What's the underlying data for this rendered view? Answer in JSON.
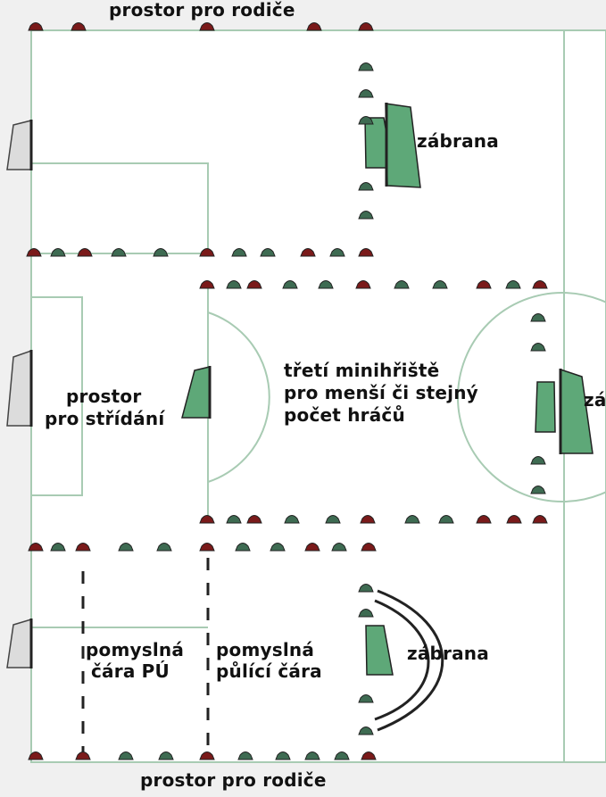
{
  "labels": {
    "top_parents": "prostor pro rodiče",
    "bottom_parents": "prostor pro rodiče",
    "substitution_line1": "prostor",
    "substitution_line2": "pro střídání",
    "third_line1": "třetí minihřiště",
    "third_line2": "pro menší či stejný",
    "third_line3": "počet hráčů",
    "barrier_top": "zábrana",
    "barrier_right_partial": "zá",
    "barrier_bottom": "zábrana",
    "imaginary_pu_line1": "pomyslná",
    "imaginary_pu_line2": "čára PÚ",
    "imaginary_half_line1": "pomyslná",
    "imaginary_half_line2": "půlící čára"
  },
  "colors": {
    "background": "#f0f0f0",
    "field": "#ffffff",
    "field_line": "#a8cbb3",
    "cone_red": "#7a1a1a",
    "cone_green": "#3e6b52",
    "goal_green": "#5ea878",
    "goal_grey": "#dcdcdc",
    "text": "#111111"
  }
}
